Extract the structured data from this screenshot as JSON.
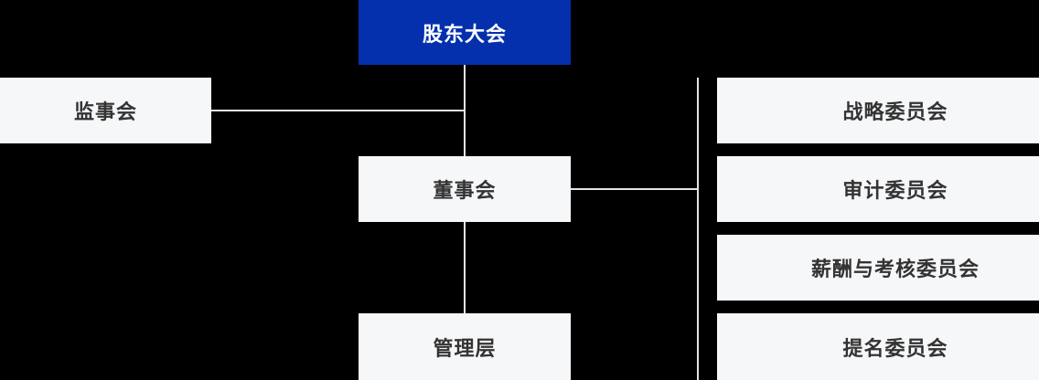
{
  "page": {
    "background": "#000000"
  },
  "org_chart": {
    "type": "org-tree",
    "colors": {
      "primary_node_bg": "#0430ad",
      "primary_node_text": "#ffffff",
      "node_bg": "#f6f7f9",
      "node_text": "#333333",
      "connector": "#e3e3e3"
    },
    "nodes": {
      "shareholders": {
        "label": "股东大会"
      },
      "supervisory": {
        "label": "监事会"
      },
      "board": {
        "label": "董事会"
      },
      "management": {
        "label": "管理层"
      },
      "committees": [
        {
          "label": "战略委员会"
        },
        {
          "label": "审计委员会"
        },
        {
          "label": "薪酬与考核委员会"
        },
        {
          "label": "提名委员会"
        }
      ]
    },
    "edges": [
      {
        "from": "股东大会",
        "to": "董事会"
      },
      {
        "from": "监事会",
        "to": "股东大会-董事会连线"
      },
      {
        "from": "董事会",
        "to": "管理层"
      },
      {
        "from": "董事会",
        "to": "委员会纵向连线"
      }
    ]
  }
}
